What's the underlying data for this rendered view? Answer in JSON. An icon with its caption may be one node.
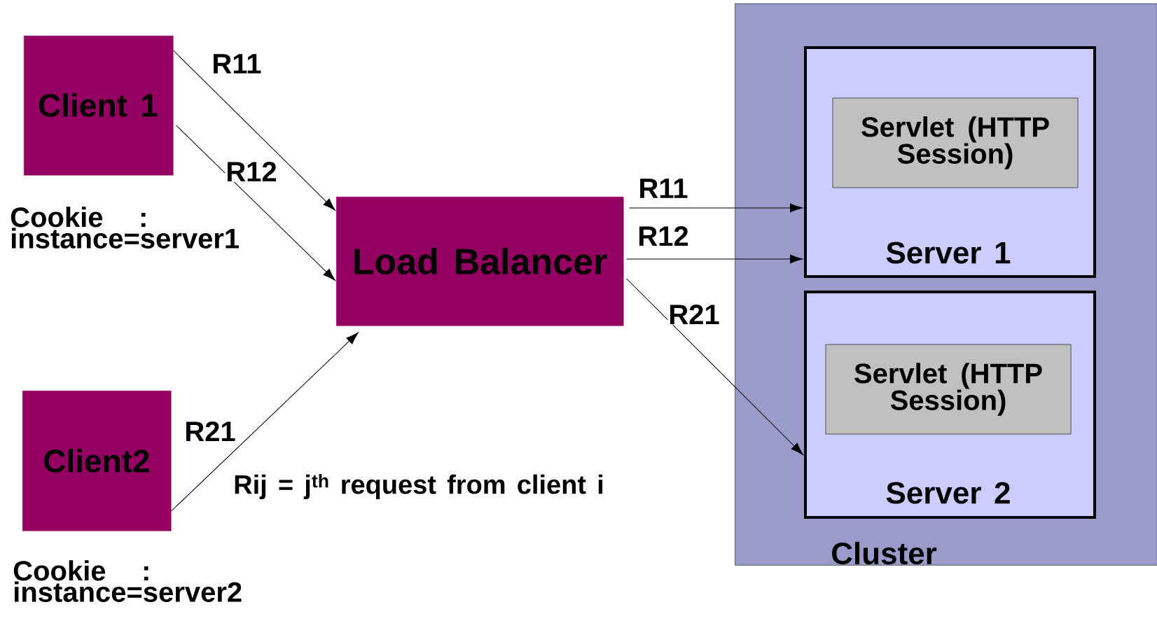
{
  "diagram": {
    "nodes": [
      {
        "text": [
          "Client 1"
        ],
        "beside": [
          "Cookie : instance=server1"
        ]
      },
      {
        "text": [
          "Load Balancer"
        ]
      },
      {
        "text": [
          "Cluster"
        ]
      },
      {
        "text": [
          "Servlet (HTTP Session)",
          "Server 1"
        ],
        "in": 2
      },
      {
        "text": [
          "Servlet (HTTP Session)",
          "Server 2"
        ],
        "in": 2
      },
      {
        "text": [
          "Client2"
        ],
        "beside": [
          "Cookie : instance=server2"
        ]
      }
    ],
    "edges": [
      {
        "from": 0,
        "to": 1,
        "arrow": "to",
        "label": "R11"
      },
      {
        "from": 0,
        "to": 1,
        "arrow": "to",
        "label": "R12"
      },
      {
        "from": 5,
        "to": 1,
        "arrow": "to",
        "label": "R21"
      },
      {
        "from": 1,
        "to": 3,
        "arrow": "to",
        "label": "R11"
      },
      {
        "from": 1,
        "to": 3,
        "arrow": "to",
        "label": "R12"
      },
      {
        "from": 1,
        "to": 4,
        "arrow": "to",
        "label": "R21"
      }
    ],
    "labels": [
      "Rij = j$^{th}$ request from client i"
    ]
  }
}
